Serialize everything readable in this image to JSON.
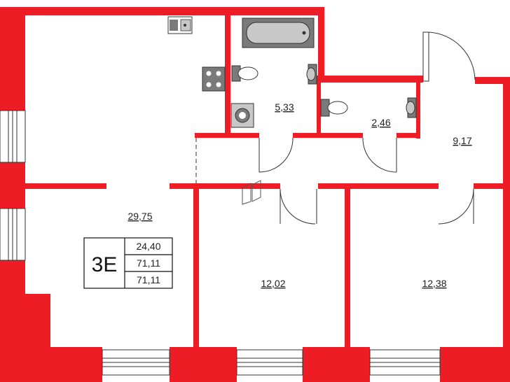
{
  "colors": {
    "wall": "#ee1c25",
    "fixture": "#7a7a7a",
    "fixture_light": "#c8c8c8",
    "line": "#333333"
  },
  "rooms": [
    {
      "id": "living",
      "area": "29,75"
    },
    {
      "id": "bath",
      "area": "5,33"
    },
    {
      "id": "wc",
      "area": "2,46"
    },
    {
      "id": "hall",
      "area": "9,17"
    },
    {
      "id": "bedroom-left",
      "area": "12,02"
    },
    {
      "id": "bedroom-right",
      "area": "12,38"
    }
  ],
  "legend": {
    "code": "3E",
    "values": [
      "24,40",
      "71,11",
      "71,11"
    ]
  },
  "icons": [
    "sink-icon",
    "stove-icon",
    "bathtub-icon",
    "toilet-icon",
    "washbasin-icon",
    "washing-machine-icon"
  ]
}
